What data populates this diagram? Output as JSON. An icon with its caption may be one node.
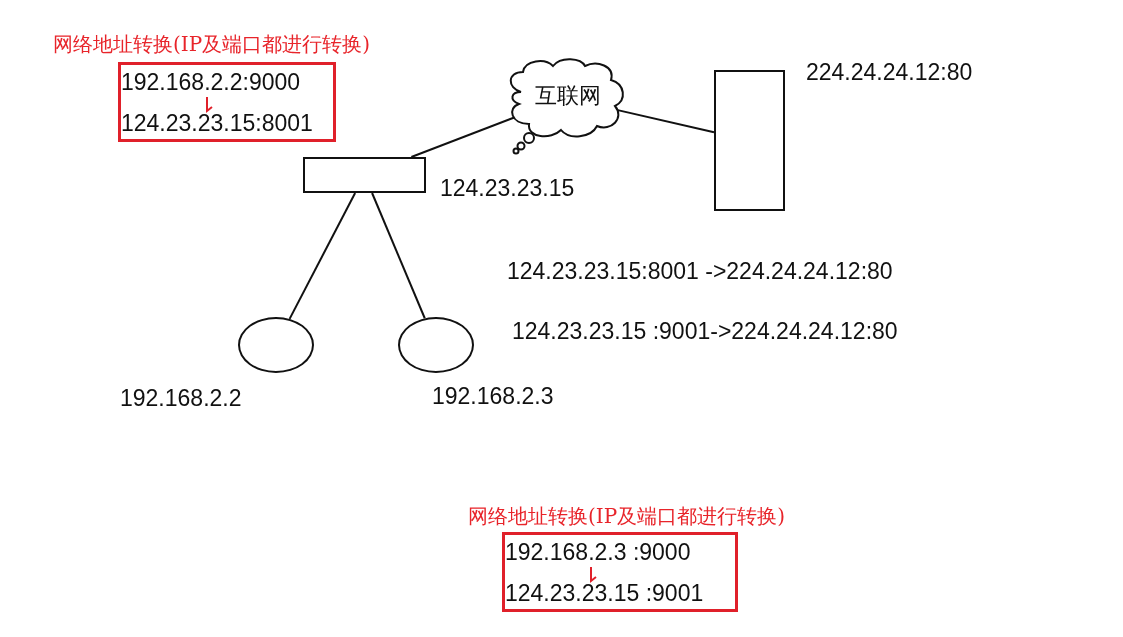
{
  "diagram": {
    "nodes": [
      {
        "text": [
          "网络地址转换(IP及端口都进行转换)",
          "192.168.2.2:9000",
          "124.23.23.15:8001"
        ]
      },
      {
        "text": [],
        "shape": "box",
        "beside": [
          "124.23.23.15"
        ]
      },
      {
        "text": [
          "互联网"
        ]
      },
      {
        "text": [],
        "shape": "box",
        "beside": [
          "224.24.24.12:80"
        ]
      },
      {
        "text": [],
        "shape": "circle",
        "beside": [
          "192.168.2.2"
        ]
      },
      {
        "text": [],
        "shape": "circle",
        "beside": [
          "192.168.2.3"
        ]
      },
      {
        "text": [
          "网络地址转换(IP及端口都进行转换)",
          "192.168.2.3 :9000",
          "124.23.23.15 :9001"
        ]
      }
    ],
    "edges": [
      {
        "from": 1,
        "to": 2,
        "arrow": "none"
      },
      {
        "from": 2,
        "to": 3,
        "arrow": "none"
      },
      {
        "from": 1,
        "to": 4,
        "arrow": "none"
      },
      {
        "from": 1,
        "to": 5,
        "arrow": "none"
      }
    ],
    "labels": [
      "124.23.23.15:8001 ->224.24.24.12:80",
      "124.23.23.15 :9001->224.24.24.12:80"
    ]
  }
}
